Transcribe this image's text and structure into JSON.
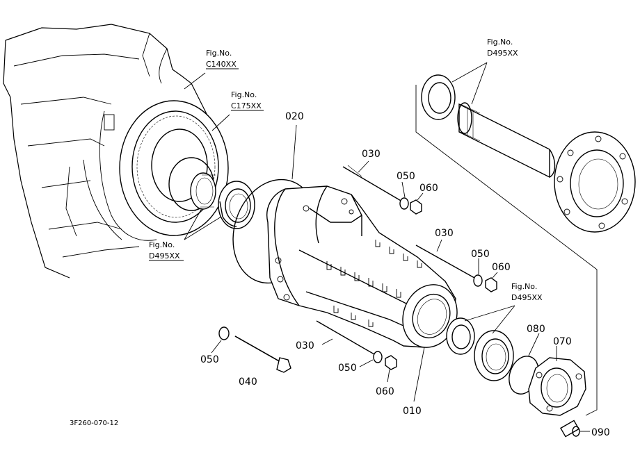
{
  "fig_refs": {
    "top_left_1": {
      "title": "Fig.No.",
      "code": "C140XX"
    },
    "top_left_2": {
      "title": "Fig.No.",
      "code": "C175XX"
    },
    "left_mid": {
      "title": "Fig.No.",
      "code": "D495XX"
    },
    "top_right": {
      "title": "Fig.No.",
      "code": "D495XX"
    },
    "right_mid": {
      "title": "Fig.No.",
      "code": "D495XX"
    }
  },
  "part_labels": {
    "p020": "020",
    "p030_top": "030",
    "p050_top": "050",
    "p060_top": "060",
    "p030_mid": "030",
    "p050_mid": "050",
    "p060_mid": "060",
    "p050_left": "050",
    "p040": "040",
    "p030_low": "030",
    "p050_low": "050",
    "p060_low": "060",
    "p010": "010",
    "p080": "080",
    "p070": "070",
    "p090": "090"
  },
  "drawing_code": "3F260-070-12"
}
